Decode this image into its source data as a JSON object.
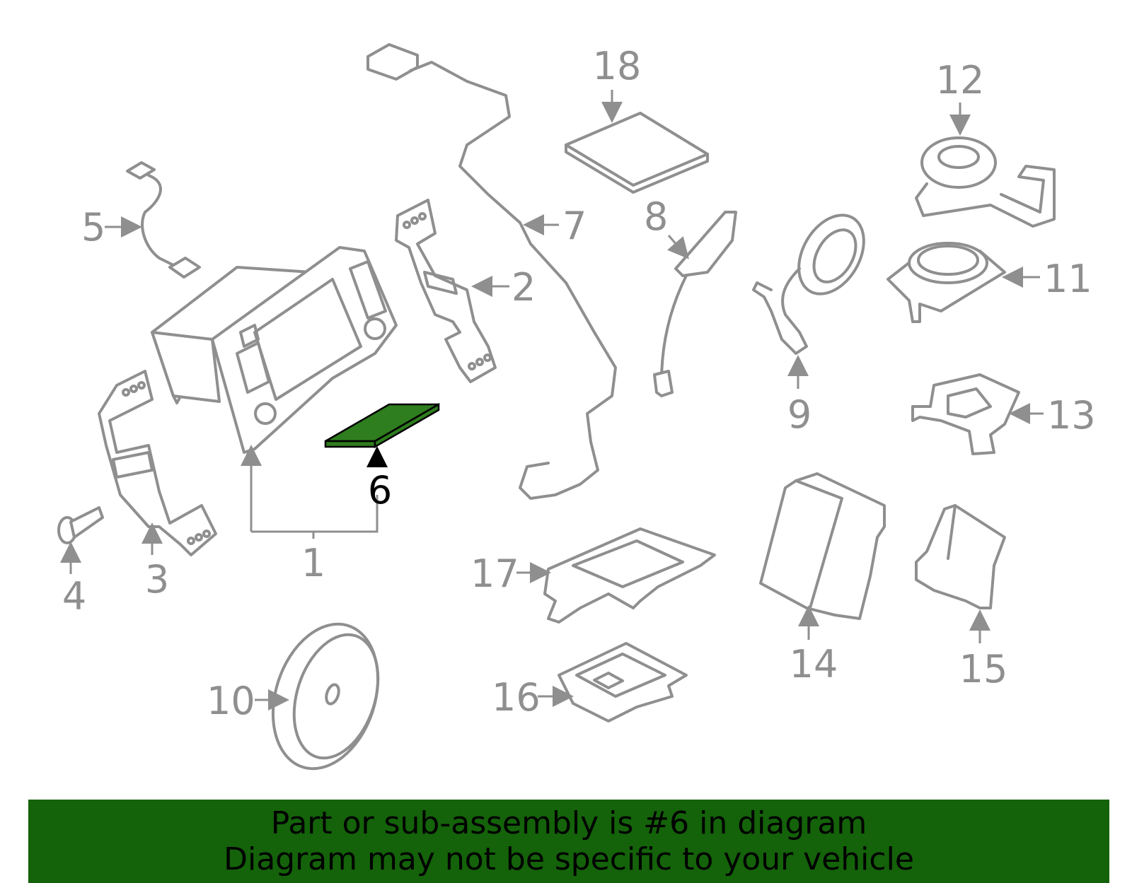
{
  "highlight_color": "#2e7d1e",
  "banner_color": "#14620a",
  "callouts": [
    "1",
    "2",
    "3",
    "4",
    "5",
    "6",
    "7",
    "8",
    "9",
    "10",
    "11",
    "12",
    "13",
    "14",
    "15",
    "16",
    "17",
    "18"
  ],
  "highlighted_callout": "6",
  "banner": {
    "line1": "Part or sub-assembly is #6 in diagram",
    "line2": "Diagram may not be specific to your vehicle"
  }
}
